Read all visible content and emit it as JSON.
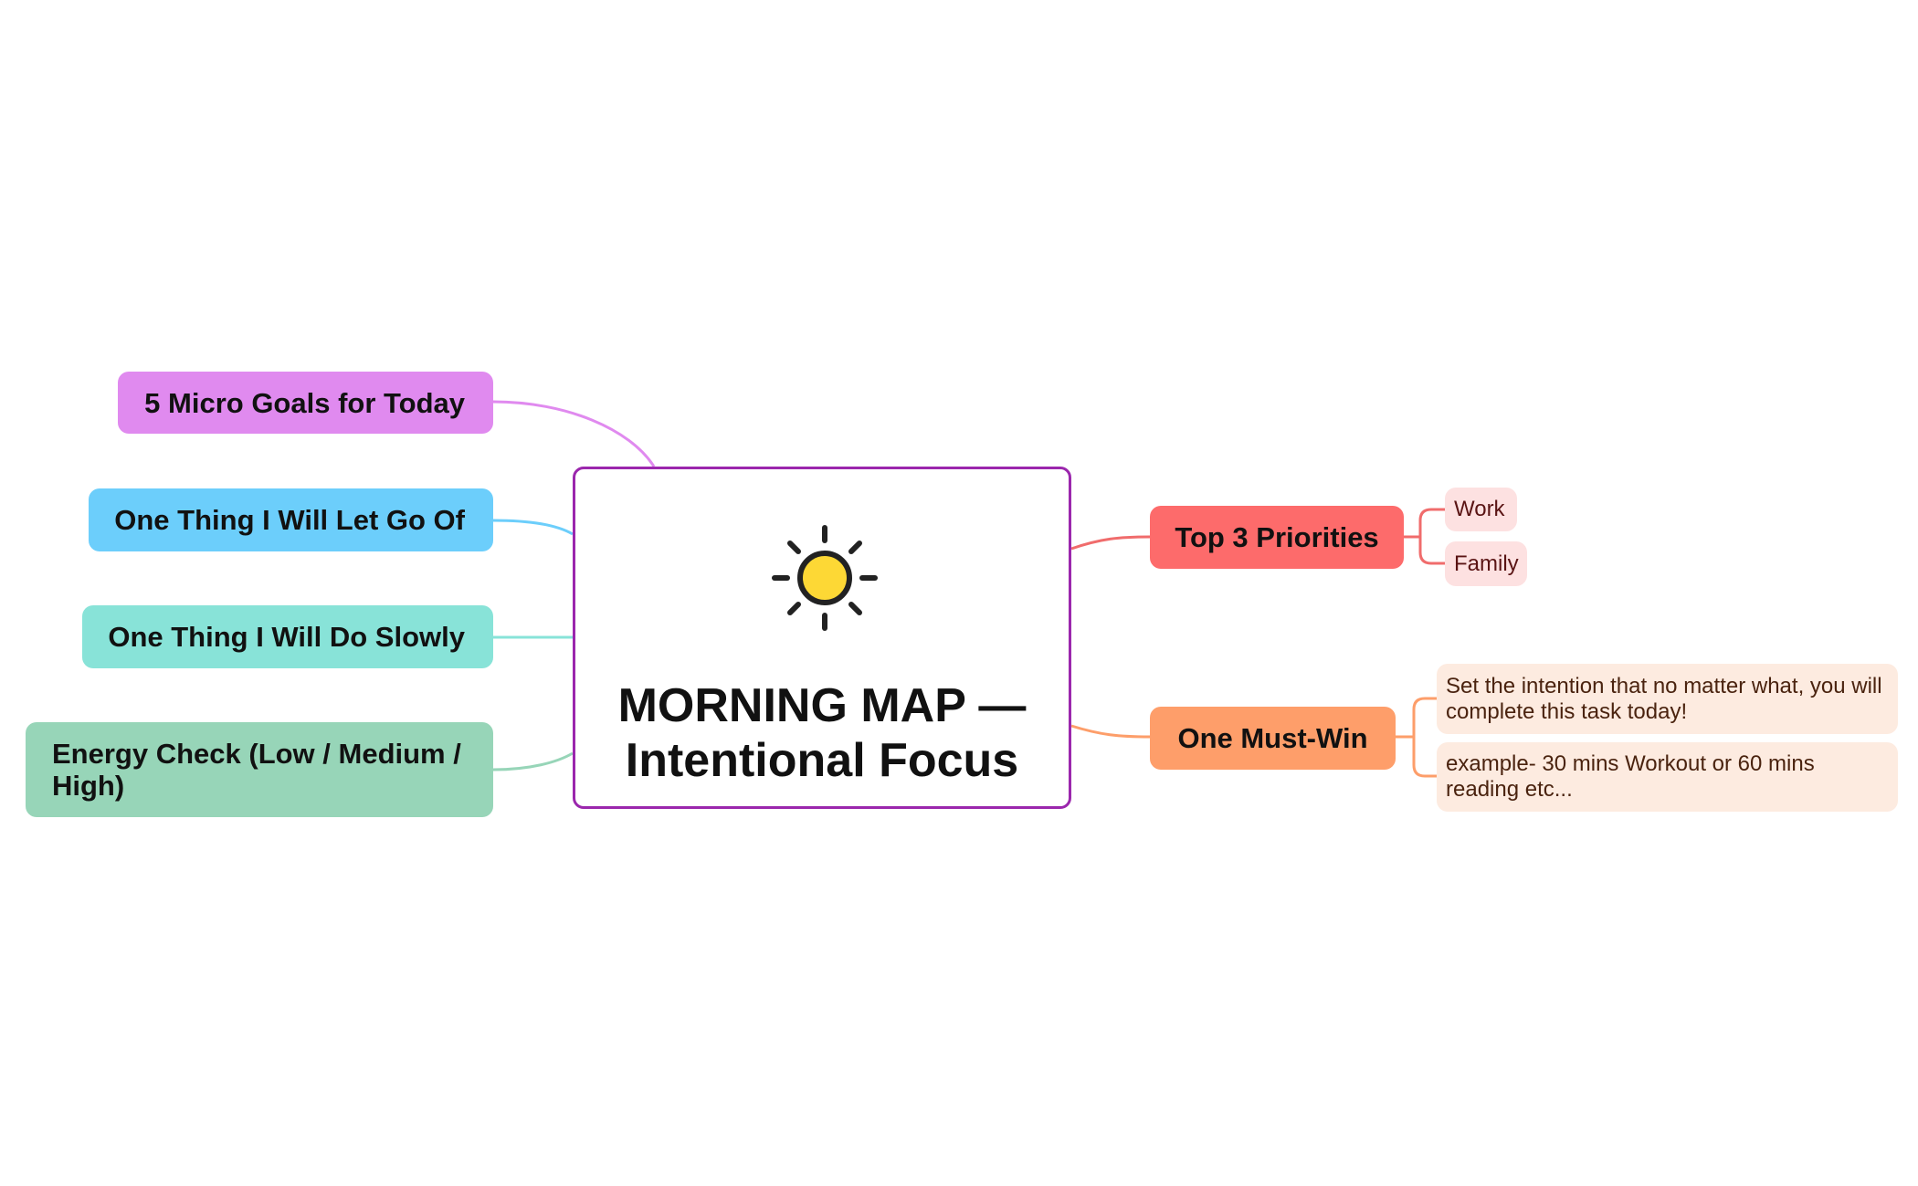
{
  "colors": {
    "background": "#ffffff",
    "center_border": "#9b27ad",
    "sun_fill": "#fdd835",
    "sun_stroke": "#222222"
  },
  "center": {
    "title": "MORNING MAP —\nIntentional Focus",
    "icon": "sun-icon"
  },
  "left_branches": [
    {
      "label": "5 Micro Goals for Today",
      "color": "#e08aef",
      "line_color": "#e08aef"
    },
    {
      "label": "One Thing I Will Let Go Of",
      "color": "#6ccefb",
      "line_color": "#6ccefb"
    },
    {
      "label": "One Thing I Will Do Slowly",
      "color": "#88e3d8",
      "line_color": "#88e3d8"
    },
    {
      "label": "Energy Check (Low / Medium / High)",
      "color": "#97d5b8",
      "line_color": "#97d5b8"
    }
  ],
  "right_branches": [
    {
      "label": "Top 3 Priorities",
      "color": "#fd6b6b",
      "line_color": "#f06c6c",
      "sub_color": "#fde1e1",
      "sub_text_color": "#5a1414",
      "children": [
        "Work",
        "Family"
      ]
    },
    {
      "label": "One Must-Win",
      "color": "#fe9e6a",
      "line_color": "#fd9e6a",
      "sub_color": "#fdebe0",
      "sub_text_color": "#4a230f",
      "children": [
        "Set the intention that no matter what, you will complete this task today!",
        "example- 30 mins Workout or 60 mins reading etc..."
      ]
    }
  ]
}
